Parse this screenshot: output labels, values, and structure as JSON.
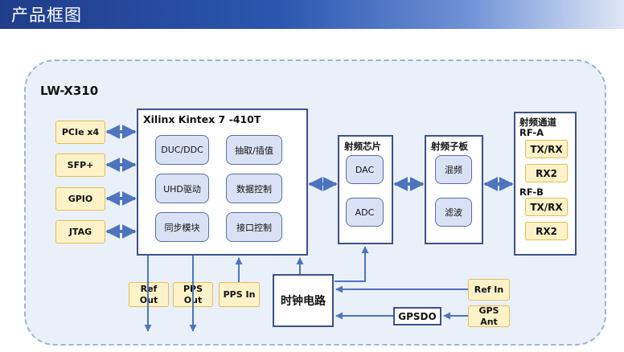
{
  "header": {
    "title": "产品框图"
  },
  "device": {
    "name": "LW-X310"
  },
  "fpga": {
    "title": "Xilinx Kintex 7 -410T",
    "blocks": [
      "DUC/DDC",
      "抽取/插值",
      "UHD驱动",
      "数据控制",
      "同步模块",
      "接口控制"
    ]
  },
  "left_io": [
    "PCIe x4",
    "SFP+",
    "GPIO",
    "JTAG"
  ],
  "rf_chip": {
    "title": "射频芯片",
    "blocks": [
      "DAC",
      "ADC"
    ]
  },
  "rf_board": {
    "title": "射频子板",
    "blocks": [
      "混频",
      "滤波"
    ]
  },
  "rf_channel": {
    "title": "射频通道",
    "groups": [
      {
        "label": "RF-A",
        "ports": [
          "TX/RX",
          "RX2"
        ]
      },
      {
        "label": "RF-B",
        "ports": [
          "TX/RX",
          "RX2"
        ]
      }
    ]
  },
  "bottom_io": {
    "ref_out": "Ref\nOut",
    "pps_out": "PPS\nOut",
    "pps_in": "PPS In"
  },
  "clock": {
    "label": "时钟电路"
  },
  "gpsdo": {
    "label": "GPSDO"
  },
  "right_inputs": {
    "ref_in": "Ref In",
    "gps_ant": "GPS Ant"
  },
  "colors": {
    "header": "#2c56b0",
    "frame_fill": "#eaf0f9",
    "frame_border": "#9db3d6",
    "box_border": "#3a5288",
    "block_fill": "#d9e2f4",
    "io_fill": "#fff2c8",
    "io_border": "#e3bd55",
    "arrow": "#4d74bd"
  }
}
